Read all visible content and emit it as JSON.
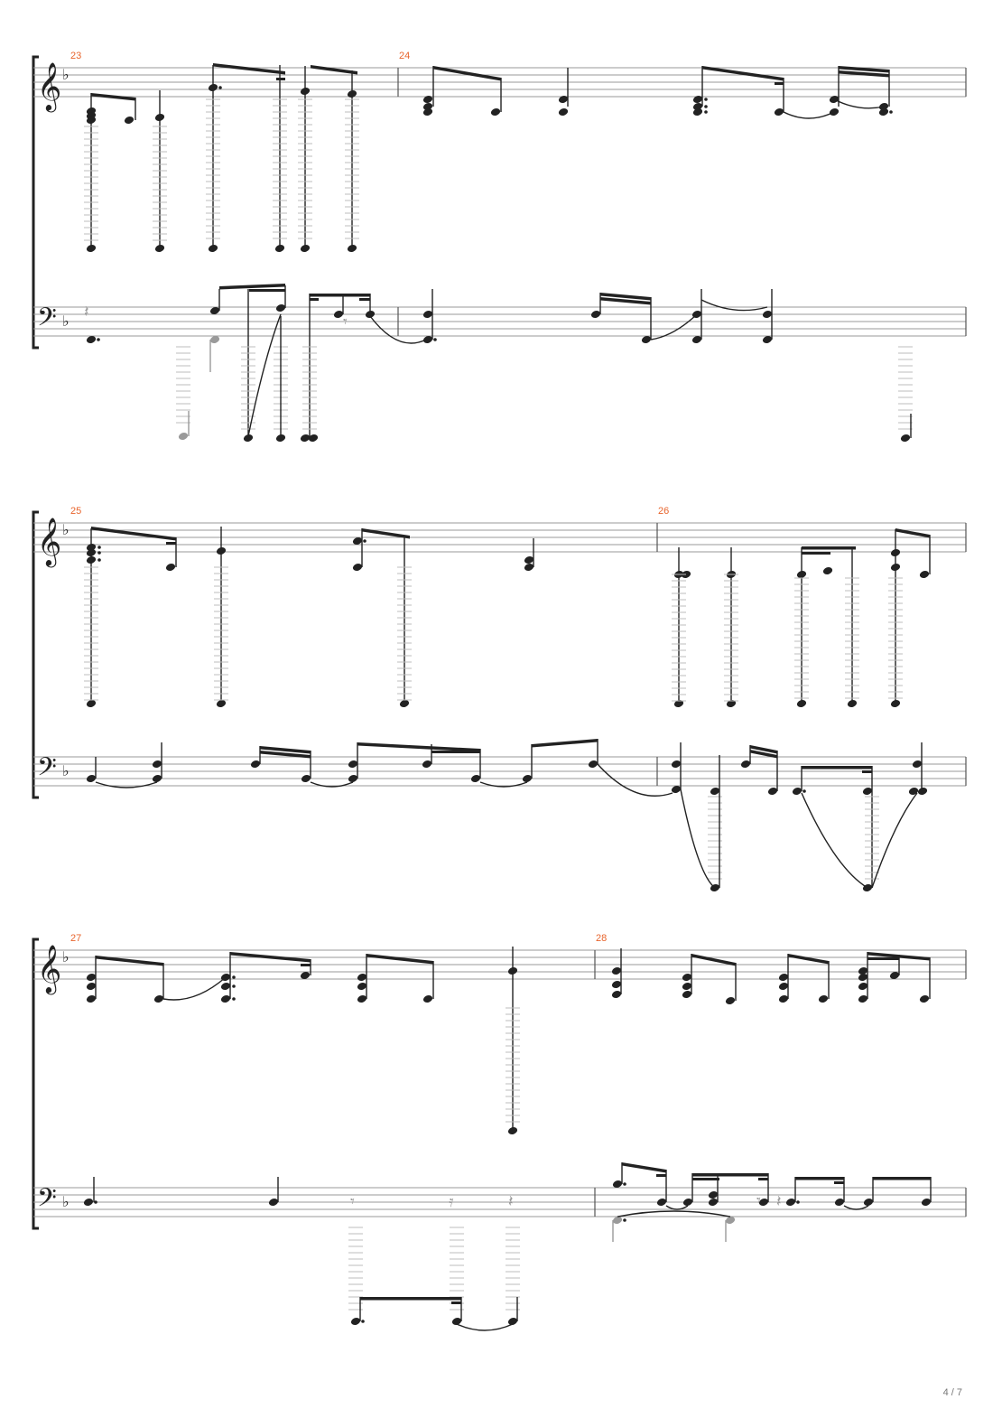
{
  "page": {
    "number_label": "4 / 7"
  },
  "systems": [
    {
      "measures": [
        {
          "number": "23"
        },
        {
          "number": "24"
        }
      ]
    },
    {
      "measures": [
        {
          "number": "25"
        },
        {
          "number": "26"
        }
      ]
    },
    {
      "measures": [
        {
          "number": "27"
        },
        {
          "number": "28"
        }
      ]
    }
  ],
  "staves": {
    "upper_clef": "treble",
    "lower_clef": "bass",
    "key_signature": "F major (one flat)"
  },
  "colors": {
    "measure_number": "#e8642c",
    "ghost_note": "#9a9a9a",
    "ink": "#222222"
  }
}
